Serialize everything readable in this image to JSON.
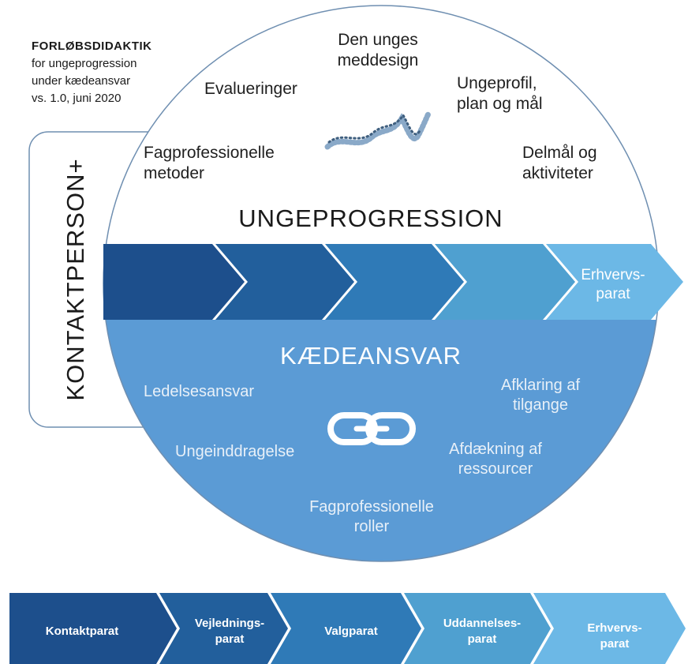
{
  "header": {
    "title": "FORLØBSDIDAKTIK",
    "lines": [
      "for ungeprogression",
      "under kædeansvar",
      "vs. 1.0, juni 2020"
    ]
  },
  "side_label": "KONTAKTPERSON+",
  "top_section": {
    "title": "UNGEPROGRESSION",
    "items": {
      "meddesign": [
        "Den unges",
        "meddesign"
      ],
      "evalueringer": [
        "Evalueringer"
      ],
      "ungeprofil": [
        "Ungeprofil,",
        "plan og mål"
      ],
      "fagmetoder": [
        "Fagprofessionelle",
        "metoder"
      ],
      "delmaal": [
        "Delmål og",
        "aktiviteter"
      ]
    }
  },
  "band": {
    "last_label": [
      "Erhvervs-",
      "parat"
    ]
  },
  "bottom_section": {
    "title": "KÆDEANSVAR",
    "items": {
      "ledelse": [
        "Ledelsesansvar"
      ],
      "afklaring": [
        "Afklaring af",
        "tilgange"
      ],
      "ungeinddragelse": [
        "Ungeinddragelse"
      ],
      "afdaekning": [
        "Afdækning af",
        "ressourcer"
      ],
      "fagroller": [
        "Fagprofessionelle",
        "roller"
      ]
    }
  },
  "stages": [
    {
      "lines": [
        "Kontaktparat"
      ]
    },
    {
      "lines": [
        "Vejlednings-",
        "parat"
      ]
    },
    {
      "lines": [
        "Valgparat"
      ]
    },
    {
      "lines": [
        "Uddannelses-",
        "parat"
      ]
    },
    {
      "lines": [
        "Erhvervs-",
        "parat"
      ]
    }
  ],
  "colors": {
    "stage_1": "#1d4f8c",
    "stage_2": "#225f9c",
    "stage_3": "#2f7ab7",
    "stage_4": "#4fa0d0",
    "stage_5": "#6cb8e6",
    "bottom_fill": "#5b9bd5",
    "circle_outline": "#6f8fb1"
  },
  "icons": [
    "progression-wave-icon",
    "chain-link-icon"
  ]
}
